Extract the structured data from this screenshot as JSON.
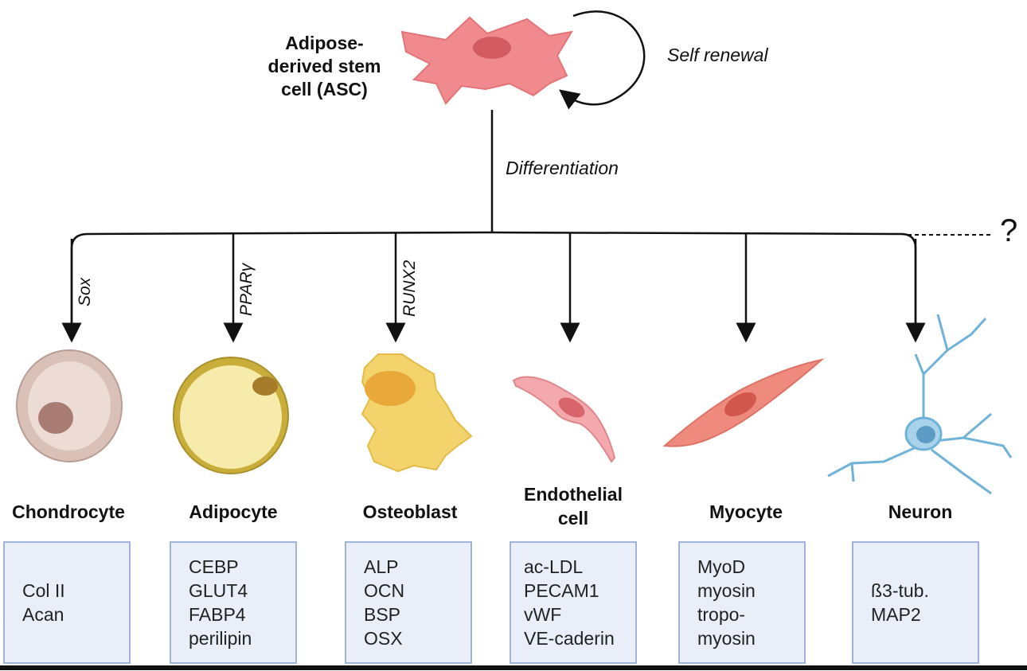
{
  "stem_cell": {
    "title_lines": [
      "Adipose-",
      "derived stem",
      "cell (ASC)"
    ],
    "self_renewal": "Self renewal",
    "differentiation": "Differentiation",
    "unknown_branch": "?"
  },
  "branch_labels": {
    "sox": "Sox",
    "ppar": "PPARγ",
    "runx2": "RUNX2"
  },
  "cells": [
    {
      "name_lines": [
        "Chondrocyte"
      ],
      "markers": [
        "Col II",
        "Acan"
      ]
    },
    {
      "name_lines": [
        "Adipocyte"
      ],
      "markers": [
        "CEBP",
        "GLUT4",
        "FABP4",
        "perilipin"
      ]
    },
    {
      "name_lines": [
        "Osteoblast"
      ],
      "markers": [
        "ALP",
        "OCN",
        "BSP",
        "OSX"
      ]
    },
    {
      "name_lines": [
        "Endothelial",
        "cell"
      ],
      "markers": [
        "ac-LDL",
        "PECAM1",
        "vWF",
        "VE-caderin"
      ]
    },
    {
      "name_lines": [
        "Myocyte"
      ],
      "markers": [
        "MyoD",
        "myosin",
        "tropo-",
        "myosin"
      ]
    },
    {
      "name_lines": [
        "Neuron"
      ],
      "markers": [
        "ß3-tub.",
        "MAP2"
      ]
    }
  ],
  "colors": {
    "stem": "#f08a8e",
    "chondrocyte": "#d9c1b8",
    "adipocyte": "#f3e08f",
    "osteoblast": "#f3d36b",
    "endothelial": "#f3a9ae",
    "myocyte": "#ef8a7e",
    "neuron": "#a9d3ea",
    "marker_box_fill": "#e9eef8",
    "marker_box_border": "#9fb4d6"
  }
}
